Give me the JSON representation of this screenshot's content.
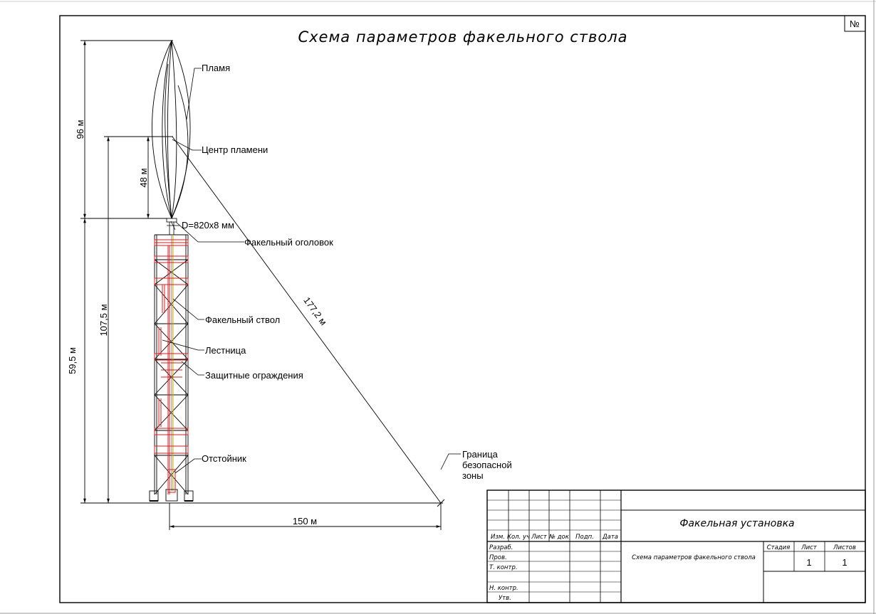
{
  "sheet": {
    "number_box": "№",
    "title": "Схема параметров факельного ствола"
  },
  "labels": {
    "flame": "Пламя",
    "flame_center": "Центр пламени",
    "diameter": "D=820x8 мм",
    "flare_tip": "Факельный оголовок",
    "flare_stack": "Факельный ствол",
    "ladder": "Лестница",
    "guards": "Защитные ограждения",
    "settler": "Отстойник",
    "boundary": [
      "Граница",
      "безопасной",
      "зоны"
    ]
  },
  "dimensions": {
    "flame_height": "96 м",
    "flame_center_height": "48 м",
    "stack_total": "107,5 м",
    "stack_height": "59,5 м",
    "slant_distance": "177,2 м",
    "horizontal_distance": "150 м"
  },
  "title_block": {
    "project": "Факельная установка",
    "sheet_name": "Схема параметров факельного ствола",
    "columns": [
      "Изм.",
      "Кол. уч",
      "Лист",
      "№ док",
      "Подп.",
      "Дата"
    ],
    "roles": [
      "Разраб.",
      "Пров.",
      "Т. контр.",
      "",
      "Н. контр.",
      "Утв."
    ],
    "stage_label": "Стадия",
    "sheet_label": "Лист",
    "sheets_label": "Листов",
    "sheet_value": "1",
    "sheets_value": "1"
  }
}
